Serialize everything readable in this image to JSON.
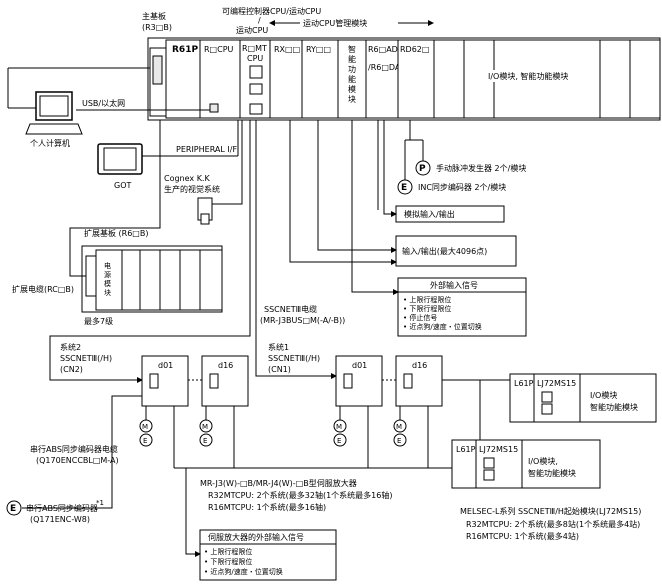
{
  "base": {
    "main_base_label": "主基板",
    "main_base_model": "(R3□B)",
    "cpu_group_label": "可编程控制器CPU/运动CPU",
    "motion_module_label": "运动CPU管理模块",
    "slots": {
      "power": "R61P",
      "plc_cpu": "R□CPU",
      "motion_cpu": "R□MT CPU",
      "rx": "RX□□",
      "ry": "RY□□",
      "intelligent": "智能功能模块",
      "ad_da": "R6□AD /R6□DA",
      "rd62": "RD62□",
      "io_intelligent": "I/O模块, 智能功能模块"
    }
  },
  "pc": {
    "connection": "USB/以太网",
    "label": "个人计算机"
  },
  "got": {
    "peripheral": "PERIPHERAL I/F",
    "label": "GOT"
  },
  "vision": {
    "line1": "Cognex K.K",
    "line2": "生产的视觉系统"
  },
  "right_peripherals": {
    "pulse": "手动脉冲发生器 2个/模块",
    "pulse_glyph": "P",
    "encoder": "INC同步编码器 2个/模块",
    "encoder_glyph": "E",
    "analog": "模拟输入/输出",
    "io": "输入/输出(最大4096点)"
  },
  "ext_input": {
    "title": "外部输入信号",
    "items": [
      "• 上限行程限位",
      "• 下限行程限位",
      "• 停止信号",
      "• 近点狗/速度・位置切换"
    ]
  },
  "extension": {
    "base_label": "扩展基板 (R6□B)",
    "cable_label": "扩展电缆(RC□B)",
    "power": "电源模块",
    "max": "最多7级"
  },
  "sscnet": {
    "cable_title": "SSCNETⅢ电缆",
    "cable_model": "(MR-J3BUS□M(-A/-B))",
    "sys2_l1": "系统2",
    "sys2_l2": "SSCNETⅢ(/H)",
    "sys2_l3": "(CN2)",
    "sys1_l1": "系统1",
    "sys1_l2": "SSCNETⅢ(/H)",
    "sys1_l3": "(CN1)",
    "d01": "d01",
    "d16": "d16",
    "m": "M",
    "e": "E"
  },
  "servo_info": {
    "title": "MR-J3(W)-□B/MR-J4(W)-□B型伺服放大器",
    "r32": "R32MTCPU: 2个系统(最多32轴(1个系统最多16轴)",
    "r16": "R16MTCPU: 1个系统(最多16轴)"
  },
  "servo_ext": {
    "title": "伺服放大器的外部输入信号",
    "items": [
      "• 上限行程限位",
      "• 下限行程限位",
      "• 近点狗/速度・位置切换"
    ]
  },
  "abs_encoder": {
    "cable_l1": "串行ABS同步编码器电缆",
    "cable_l2": "(Q170ENCCBL□M-A)",
    "enc_l1": "串行ABS同步编码器",
    "enc_sup": "*1",
    "enc_l2": "(Q171ENC-W8)"
  },
  "melsec": {
    "unit1_power": "L61P",
    "unit1_mod": "LJ72MS15",
    "unit1_io_l1": "I/O模块",
    "unit1_io_l2": "智能功能模块",
    "unit2_power": "L61P",
    "unit2_mod": "LJ72MS15",
    "unit2_io_l1": "I/O模块,",
    "unit2_io_l2": "智能功能模块",
    "title": "MELSEC-L系列 SSCNETⅢ/H起始模块(LJ72MS15)",
    "r32": "R32MTCPU: 2个系统(最多8站(1个系统最多4站)",
    "r16": "R16MTCPU: 1个系统(最多4站)"
  }
}
